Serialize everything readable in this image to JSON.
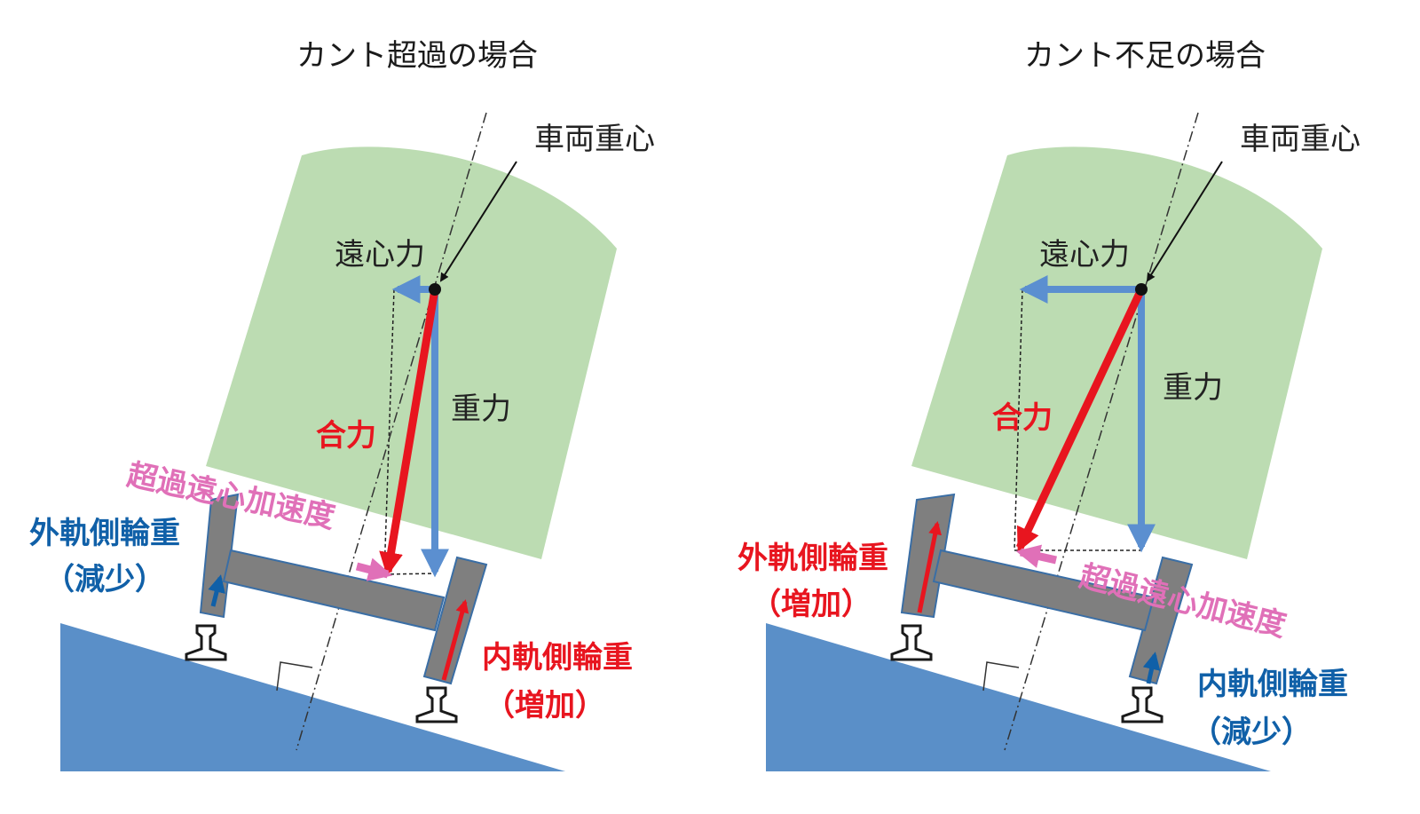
{
  "colors": {
    "body": "#bcdcb2",
    "ground": "#5a8fc8",
    "bogie": "#7f7f7f",
    "bogie_edge": "#3a6ea5",
    "resultant": "#e8151f",
    "force": "#5b8fd0",
    "increase": "#e8151f",
    "decrease": "#1060a8",
    "excess": "#e070b8"
  },
  "left": {
    "title": "カント超過の場合",
    "cog_label": "車両重心",
    "centrifugal_label": "遠心力",
    "gravity_label": "重力",
    "resultant_label": "合力",
    "excess_label": "超過遠心加速度",
    "outer_label": "外軌側輪重",
    "outer_change": "（減少）",
    "inner_label": "内軌側輪重",
    "inner_change": "（増加）"
  },
  "right": {
    "title": "カント不足の場合",
    "cog_label": "車両重心",
    "centrifugal_label": "遠心力",
    "gravity_label": "重力",
    "resultant_label": "合力",
    "excess_label": "超過遠心加速度",
    "outer_label": "外軌側輪重",
    "outer_change": "（増加）",
    "inner_label": "内軌側輪重",
    "inner_change": "（減少）"
  }
}
